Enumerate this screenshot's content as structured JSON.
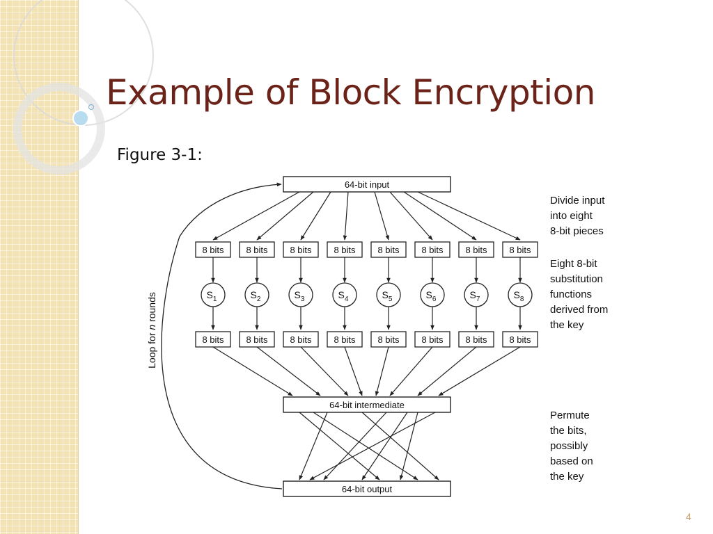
{
  "slide": {
    "title": "Example of Block Encryption",
    "subtitle": "Figure 3-1:",
    "page_number": "4"
  },
  "diagram": {
    "input_label": "64-bit input",
    "intermediate_label": "64-bit intermediate",
    "output_label": "64-bit output",
    "piece_label": "8 bits",
    "sboxes": [
      "S1",
      "S2",
      "S3",
      "S4",
      "S5",
      "S6",
      "S7",
      "S8"
    ],
    "loop_label_prefix": "Loop for ",
    "loop_label_var": "n",
    "loop_label_suffix": " rounds",
    "notes": [
      [
        "Divide input",
        "into eight",
        "8-bit pieces"
      ],
      [
        "Eight 8-bit",
        "substitution",
        "functions",
        "derived from",
        "the key"
      ],
      [
        "Permute",
        "the bits,",
        "possibly",
        "based on",
        "the key"
      ]
    ]
  }
}
